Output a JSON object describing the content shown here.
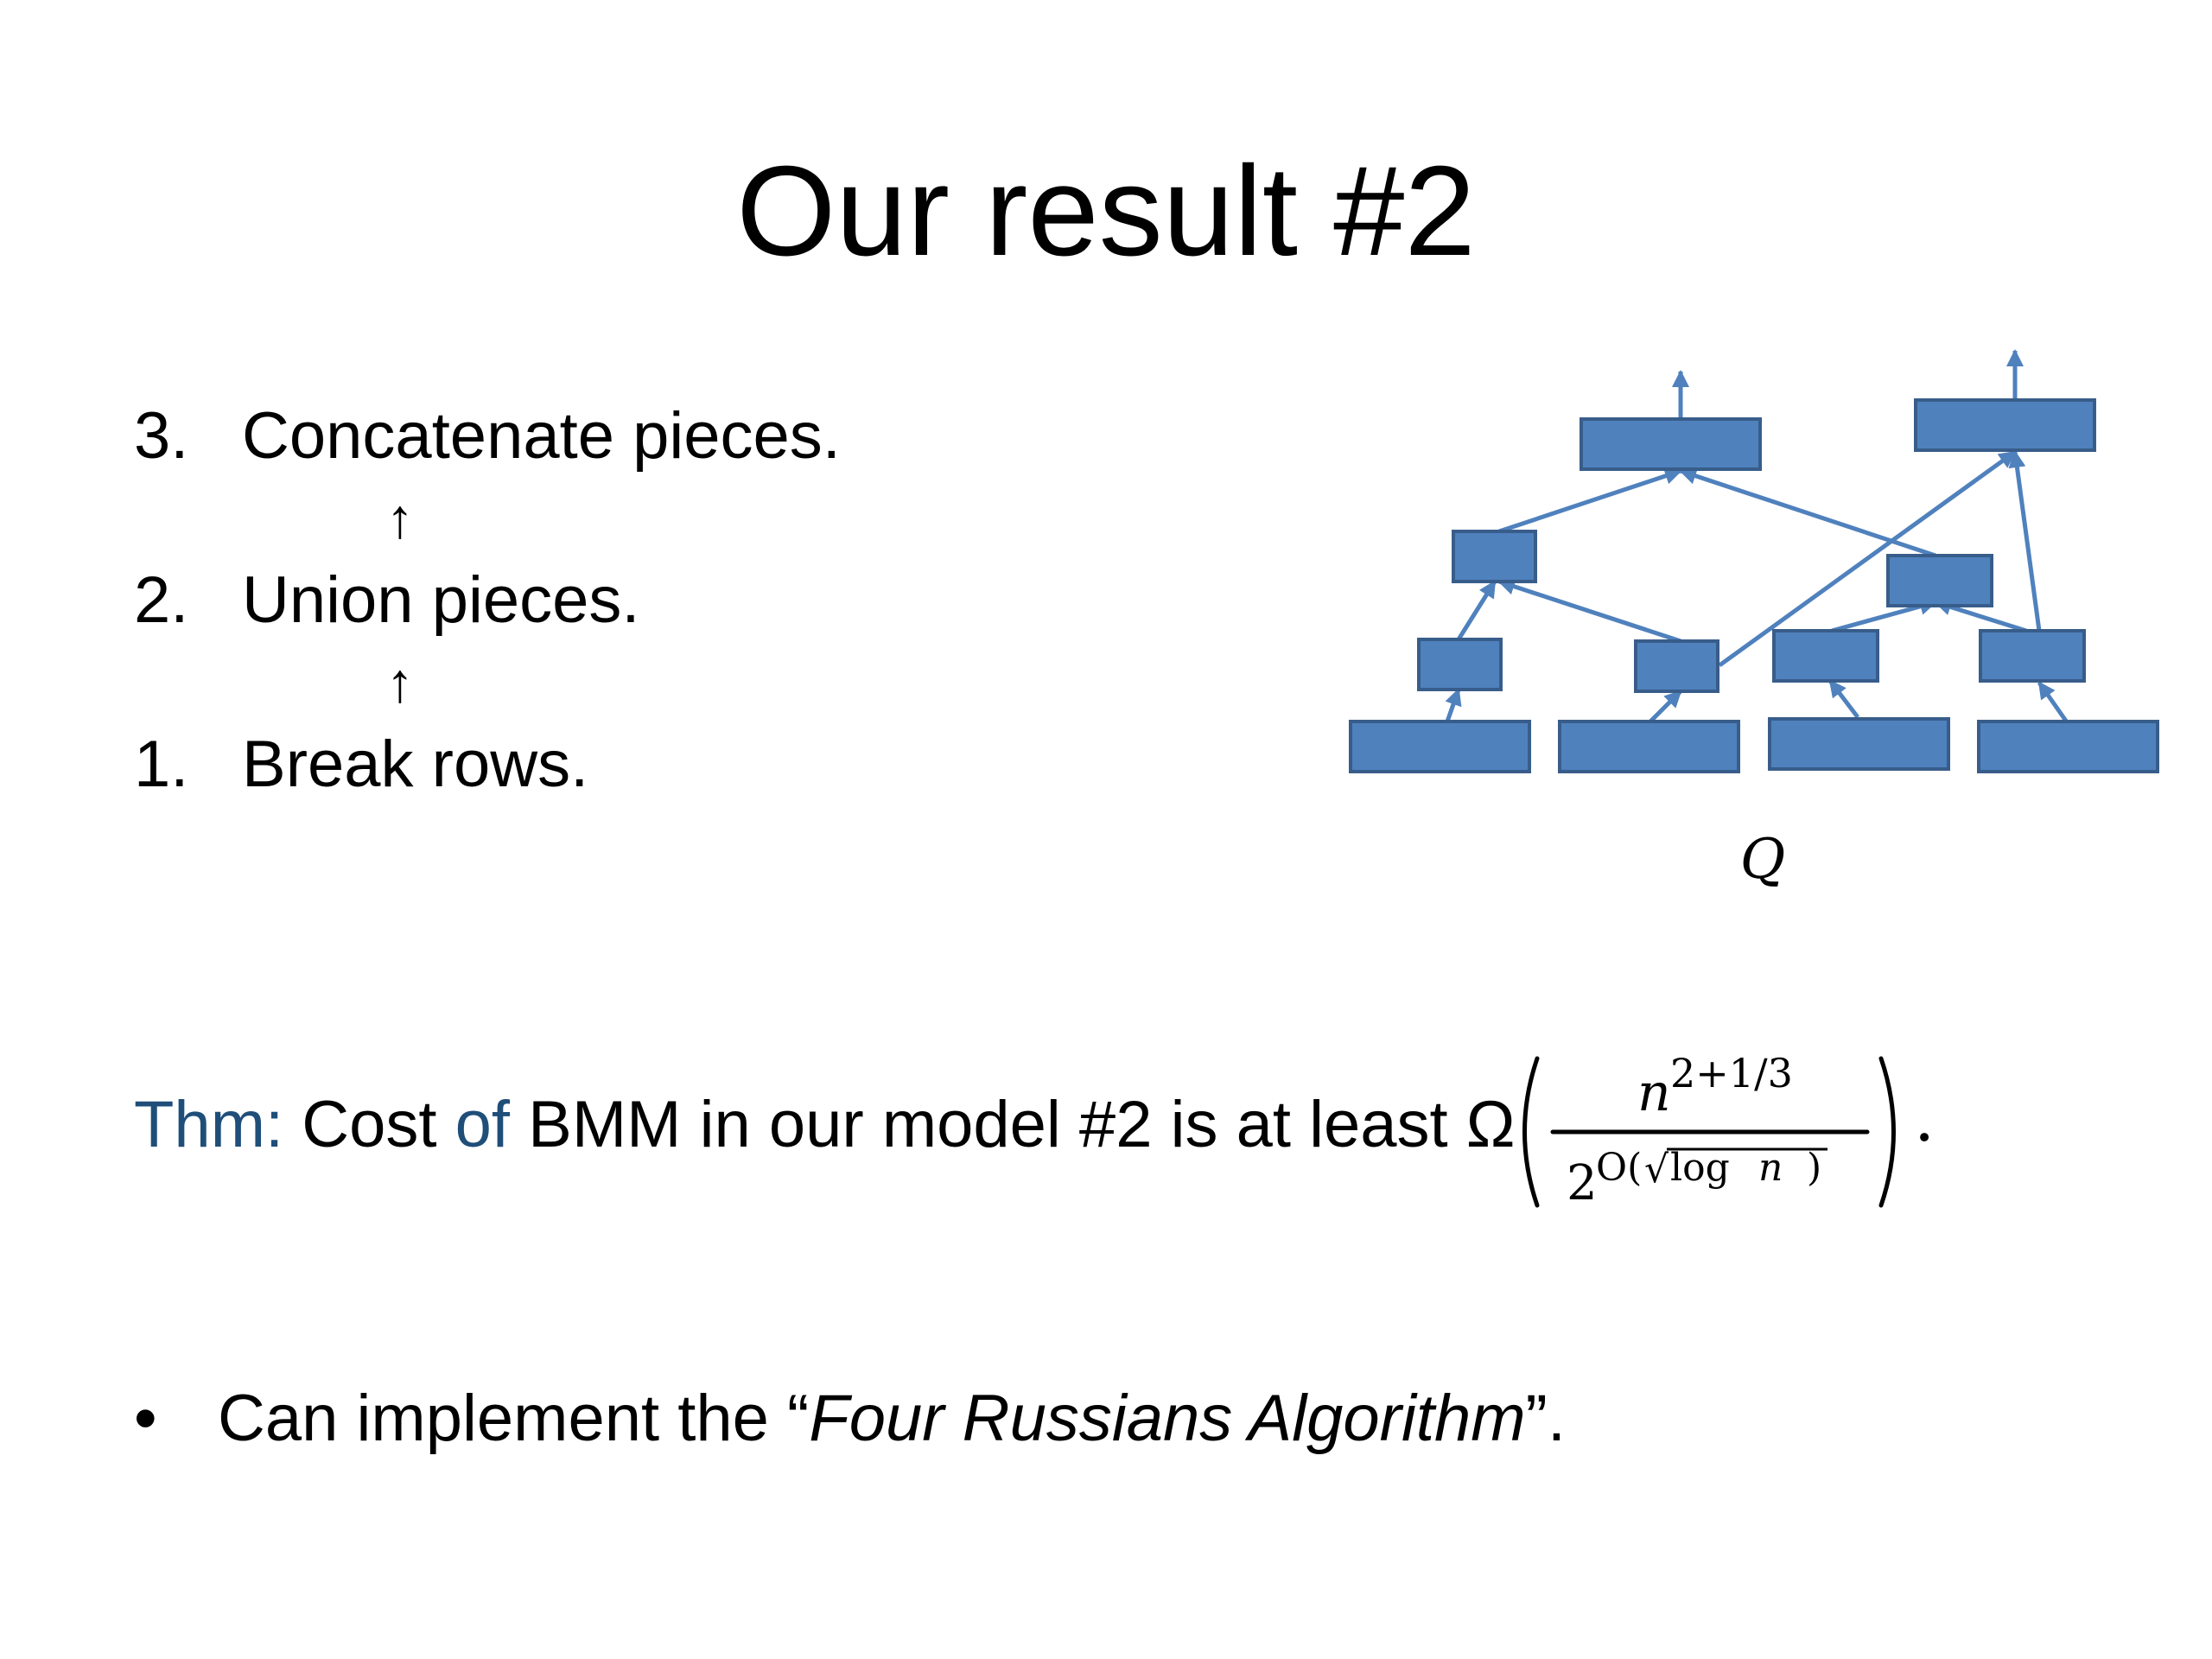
{
  "slide": {
    "title": "Our result #2",
    "steps": [
      {
        "number": "3.",
        "text": "Concatenate pieces."
      },
      {
        "number": "2.",
        "text": "Union pieces."
      },
      {
        "number": "1.",
        "text": "Break rows."
      }
    ],
    "step_arrow": "↑",
    "diagram": {
      "label": "Q",
      "box_fill": "#4f81bd",
      "box_stroke": "#385d8a",
      "edge_color": "#4f81bd"
    },
    "theorem": {
      "label": "Thm:",
      "text_1": "Cost",
      "of_word": "of",
      "text_2": "BMM in our model #2 is at least Ω",
      "formula_numerator": "n^(2+1/3)",
      "formula_denominator": "2^(O(√log n))",
      "period": "."
    },
    "bullet": {
      "marker": "•",
      "text_prefix": "Can implement the “",
      "text_italic": "Four Russians Algorithm",
      "text_suffix": "”."
    }
  }
}
